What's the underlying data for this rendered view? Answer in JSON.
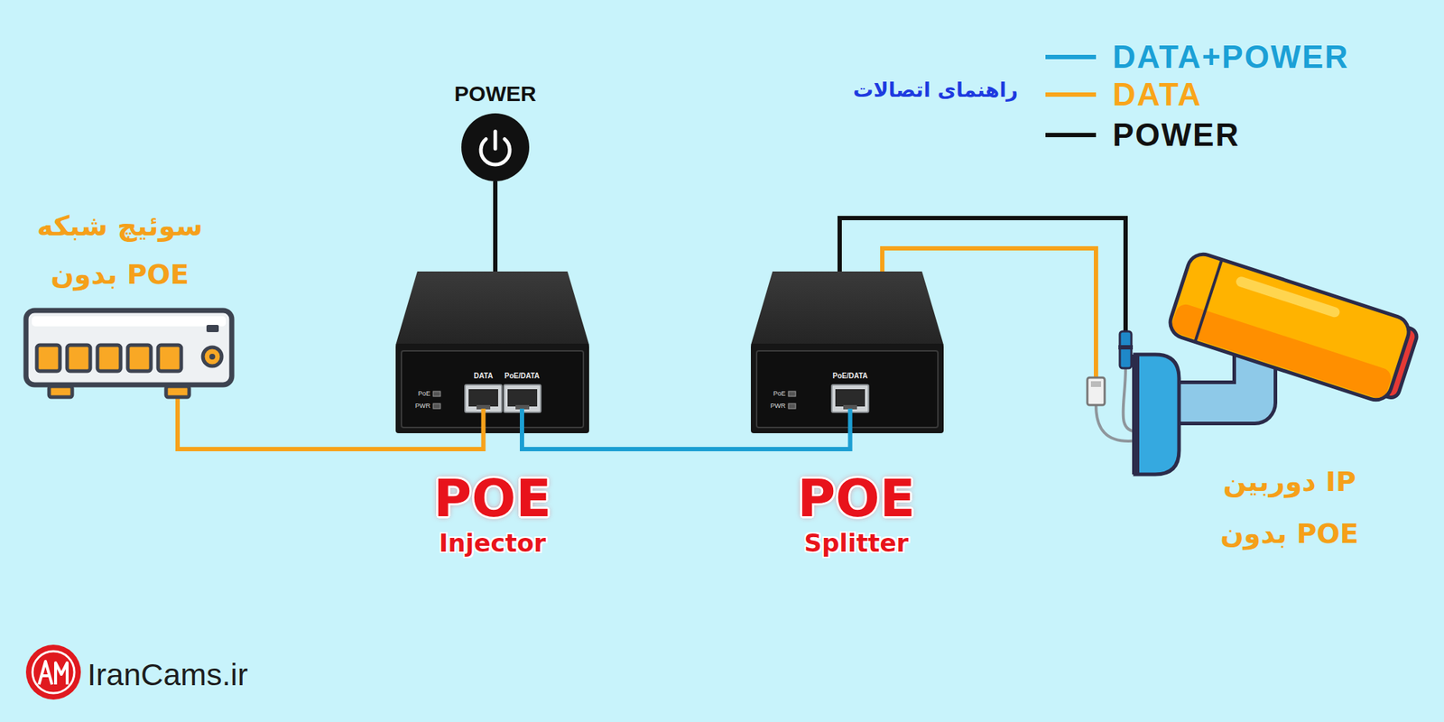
{
  "diagram": {
    "nodes": [
      {
        "text": [
          "سوئیچ شبکه بدون POE"
        ]
      },
      {
        "text": [
          "POWER"
        ]
      },
      {
        "text": [
          "DATA",
          "PoE/DATA",
          "PoE",
          "PWR",
          "POE",
          "Injector"
        ]
      },
      {
        "text": [
          "PoE/DATA",
          "PoE",
          "PWR",
          "POE",
          "Splitter"
        ]
      },
      {
        "text": [
          "دوربین IP بدون POE"
        ]
      }
    ],
    "edges": [
      {
        "from": 0,
        "to": 2,
        "arrow": "none"
      },
      {
        "from": 1,
        "to": 2,
        "arrow": "none"
      },
      {
        "from": 2,
        "to": 3,
        "arrow": "none"
      },
      {
        "from": 3,
        "to": 4,
        "arrow": "none"
      },
      {
        "from": 3,
        "to": 4,
        "arrow": "none"
      }
    ],
    "labels": [
      "راهنمای اتصالات",
      "IranCams.ir"
    ],
    "legend": [
      {
        "text": "DATA+POWER"
      },
      {
        "text": "DATA"
      },
      {
        "text": "POWER"
      }
    ]
  }
}
